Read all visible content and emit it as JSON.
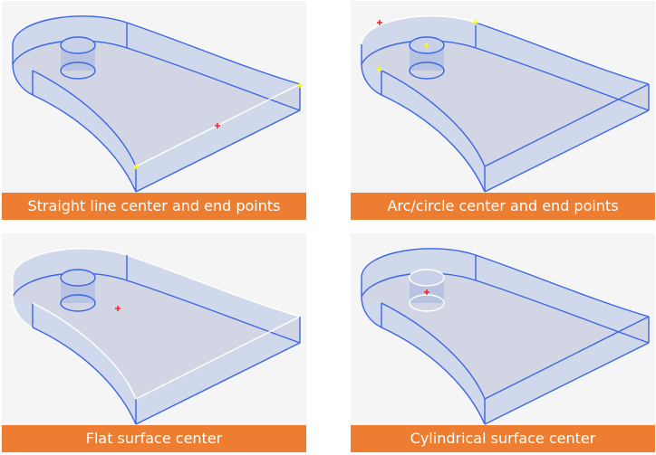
{
  "panels": [
    {
      "caption": "Straight line center and end points"
    },
    {
      "caption": "Arc/circle center and end points"
    },
    {
      "caption": "Flat surface center"
    },
    {
      "caption": "Cylindrical surface center"
    }
  ],
  "colors": {
    "edge": "#3b66e6",
    "highlight": "#ffffff",
    "face": "#cdd6ea",
    "center_marker": "#ff2020",
    "end_marker": "#ffff00",
    "caption_bg": "#ed7d31"
  }
}
